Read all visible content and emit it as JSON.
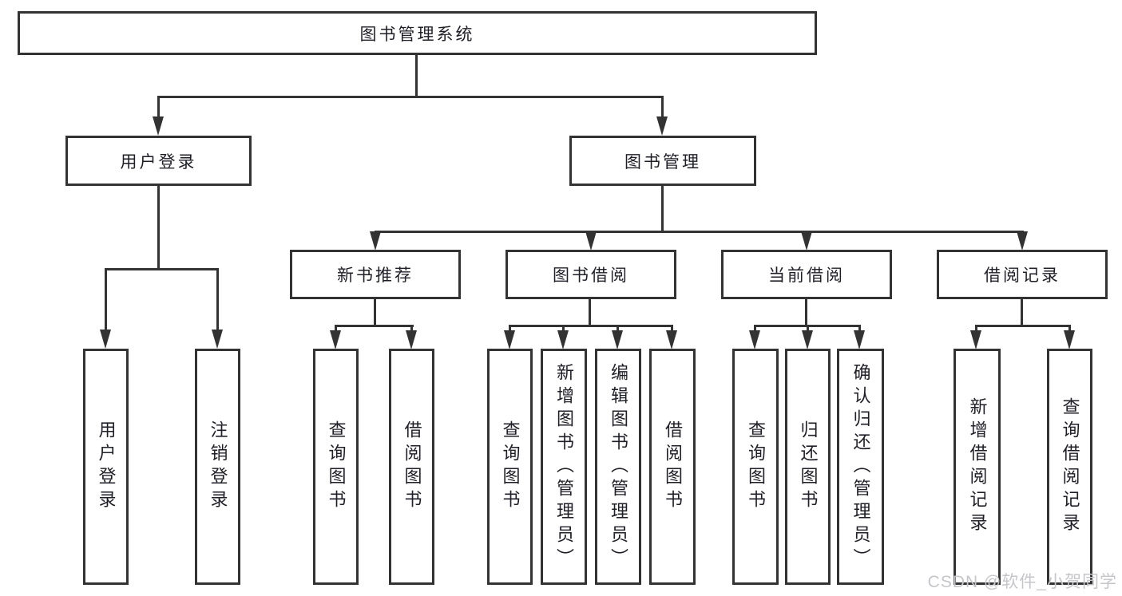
{
  "root": {
    "label": "图书管理系统"
  },
  "level2": [
    {
      "label": "用户登录"
    },
    {
      "label": "图书管理"
    }
  ],
  "level3": [
    {
      "label": "新书推荐",
      "parent": "图书管理"
    },
    {
      "label": "图书借阅",
      "parent": "图书管理"
    },
    {
      "label": "当前借阅",
      "parent": "图书管理"
    },
    {
      "label": "借阅记录",
      "parent": "图书管理"
    }
  ],
  "leaves": [
    {
      "label": "用户登录",
      "parent": "用户登录"
    },
    {
      "label": "注销登录",
      "parent": "用户登录"
    },
    {
      "label": "查询图书",
      "parent": "新书推荐"
    },
    {
      "label": "借阅图书",
      "parent": "新书推荐"
    },
    {
      "label": "查询图书",
      "parent": "图书借阅"
    },
    {
      "label": "新增图书（管理员）",
      "parent": "图书借阅"
    },
    {
      "label": "编辑图书（管理员）",
      "parent": "图书借阅"
    },
    {
      "label": "借阅图书",
      "parent": "图书借阅"
    },
    {
      "label": "查询图书",
      "parent": "当前借阅"
    },
    {
      "label": "归还图书",
      "parent": "当前借阅"
    },
    {
      "label": "确认归还（管理员）",
      "parent": "当前借阅"
    },
    {
      "label": "新增借阅记录",
      "parent": "借阅记录"
    },
    {
      "label": "查询借阅记录",
      "parent": "借阅记录"
    }
  ],
  "watermark": "CSDN @软件_小贺同学",
  "colors": {
    "line": "#333333",
    "text": "#1f1f27",
    "watermark": "#c6c6ca",
    "background": "#ffffff"
  }
}
